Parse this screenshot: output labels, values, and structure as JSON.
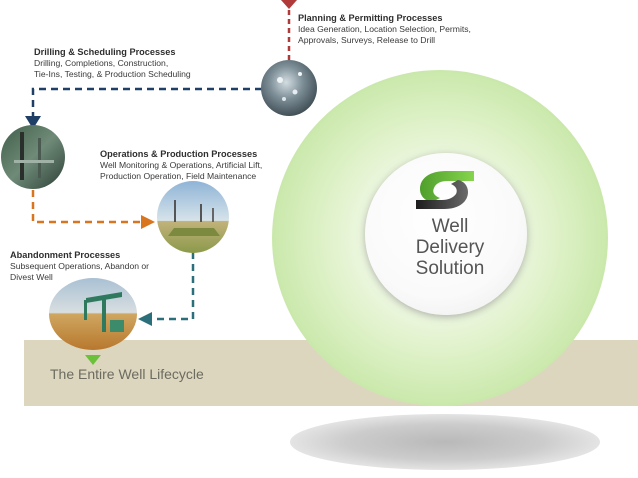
{
  "planning": {
    "title": "Planning & Permitting Processes",
    "line1": "Idea Generation, Location Selection, Permits,",
    "line2": "Approvals, Surveys, Release to Drill"
  },
  "drilling": {
    "title": "Drilling & Scheduling Processes",
    "line1": "Drilling, Completions, Construction,",
    "line2": "Tie-Ins, Testing, & Production Scheduling"
  },
  "operations": {
    "title": "Operations & Production Processes",
    "line1": "Well Monitoring & Operations, Artificial Lift,",
    "line2": "Production Operation, Field Maintenance"
  },
  "abandonment": {
    "title": "Abandonment Processes",
    "line1": "Subsequent Operations, Abandon or",
    "line2": "Divest Well"
  },
  "solution": {
    "line1": "Well",
    "line2": "Delivery",
    "line3": "Solution"
  },
  "lifecycle_label": "The Entire Well Lifecycle",
  "colors": {
    "planning_arrow": "#b03a3a",
    "drilling_arrow": "#1f3f66",
    "operations_arrow": "#d9741f",
    "abandonment_arrow": "#2b6f7a",
    "lifecycle_marker": "#6cc13a",
    "logo_green": "#6bbf3a",
    "logo_dark": "#333333",
    "band": "#dcd6bf"
  }
}
